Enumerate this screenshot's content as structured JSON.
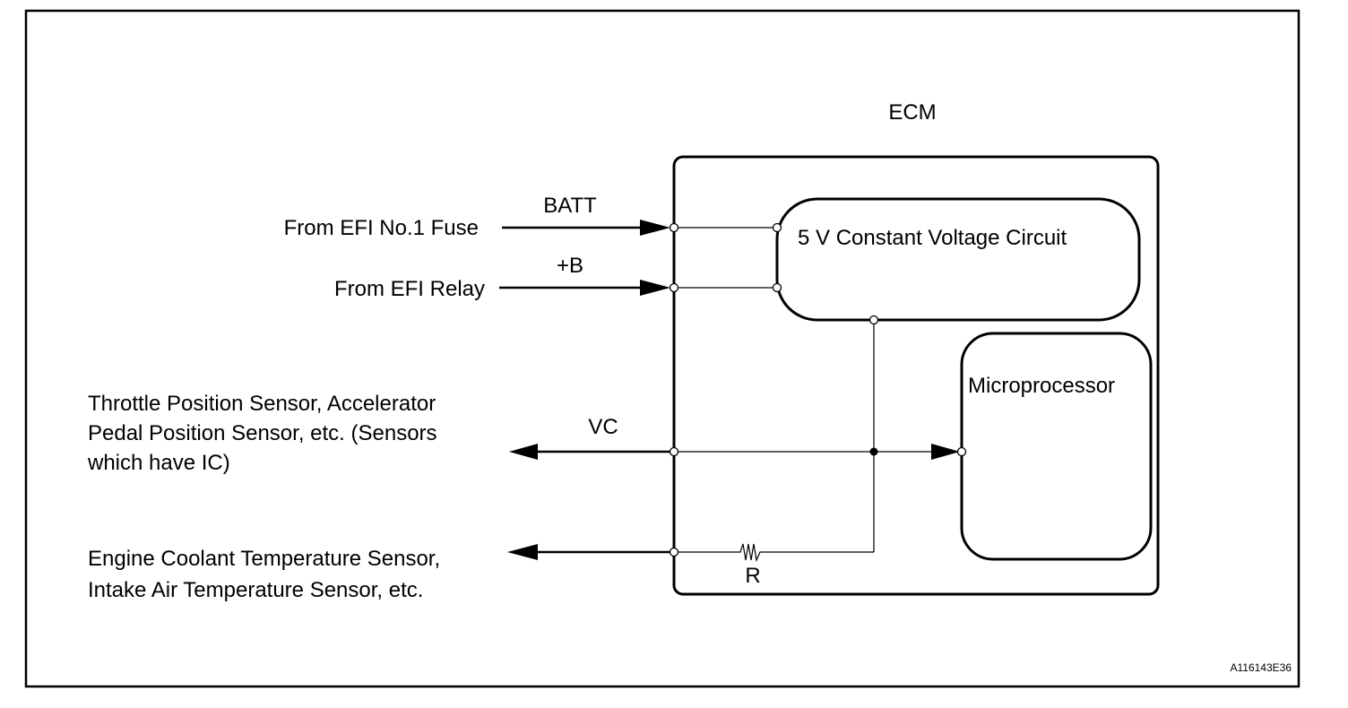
{
  "diagram": {
    "title": "ECM",
    "figure_id": "A116143E36",
    "colors": {
      "line": "#000000",
      "background": "#ffffff"
    },
    "blocks": {
      "ecm": {
        "label": "ECM"
      },
      "constant_voltage": {
        "label": "5 V Constant Voltage Circuit"
      },
      "microprocessor": {
        "label": "Microprocessor"
      }
    },
    "inputs": [
      {
        "source": "From EFI No.1 Fuse",
        "terminal": "BATT",
        "direction": "in"
      },
      {
        "source": "From EFI Relay",
        "terminal": "+B",
        "direction": "in"
      }
    ],
    "outputs": [
      {
        "terminal": "VC",
        "direction": "out",
        "target_lines": [
          "Throttle Position Sensor, Accelerator",
          "Pedal Position Sensor, etc. (Sensors",
          "which have IC)"
        ]
      },
      {
        "terminal": "",
        "direction": "out",
        "resistor_label": "R",
        "target_lines": [
          "Engine Coolant Temperature Sensor,",
          "Intake Air Temperature Sensor, etc."
        ]
      }
    ]
  }
}
